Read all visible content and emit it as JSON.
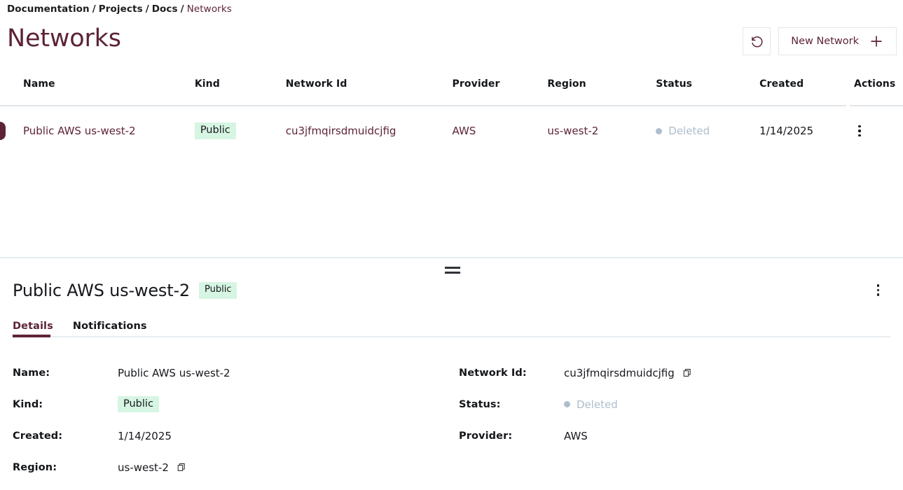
{
  "breadcrumb": {
    "items": [
      {
        "label": "Documentation",
        "current": false
      },
      {
        "label": "Projects",
        "current": false
      },
      {
        "label": "Docs",
        "current": false
      },
      {
        "label": "Networks",
        "current": true
      }
    ],
    "separator": "/"
  },
  "header": {
    "title": "Networks",
    "refresh_icon": "refresh-ccw-icon",
    "new_button_label": "New Network",
    "new_button_icon": "plus-icon"
  },
  "table": {
    "columns": [
      "Name",
      "Kind",
      "Network Id",
      "Provider",
      "Region",
      "Status",
      "Created",
      "Actions"
    ],
    "rows": [
      {
        "selected": true,
        "name": "Public AWS us-west-2",
        "kind": "Public",
        "network_id": "cu3jfmqirsdmuidcjfig",
        "provider": "AWS",
        "region": "us-west-2",
        "status": "Deleted",
        "created": "1/14/2025",
        "actions_icon": "kebab-menu-icon"
      }
    ]
  },
  "detail": {
    "title": "Public AWS us-west-2",
    "badge": "Public",
    "kebab_icon": "kebab-menu-icon",
    "drag_handle_icon": "resize-handle-icon",
    "tabs": [
      {
        "label": "Details",
        "active": true
      },
      {
        "label": "Notifications",
        "active": false
      }
    ],
    "left_fields": [
      {
        "label": "Name:",
        "value": "Public AWS us-west-2",
        "type": "text",
        "copy": false
      },
      {
        "label": "Kind:",
        "value": "Public",
        "type": "badge",
        "copy": false
      },
      {
        "label": "Created:",
        "value": "1/14/2025",
        "type": "text",
        "copy": false
      },
      {
        "label": "Region:",
        "value": "us-west-2",
        "type": "text",
        "copy": true
      }
    ],
    "right_fields": [
      {
        "label": "Network Id:",
        "value": "cu3jfmqirsdmuidcjfig",
        "type": "text",
        "copy": true
      },
      {
        "label": "Status:",
        "value": "Deleted",
        "type": "status",
        "copy": false
      },
      {
        "label": "Provider:",
        "value": "AWS",
        "type": "text",
        "copy": false
      }
    ],
    "copy_icon": "copy-icon"
  },
  "colors": {
    "accent": "#5d2338",
    "badge_bg": "#d6f5e3",
    "status_muted": "#aebdcc",
    "border": "#e3e6ea",
    "rule": "#e7ecf0"
  }
}
